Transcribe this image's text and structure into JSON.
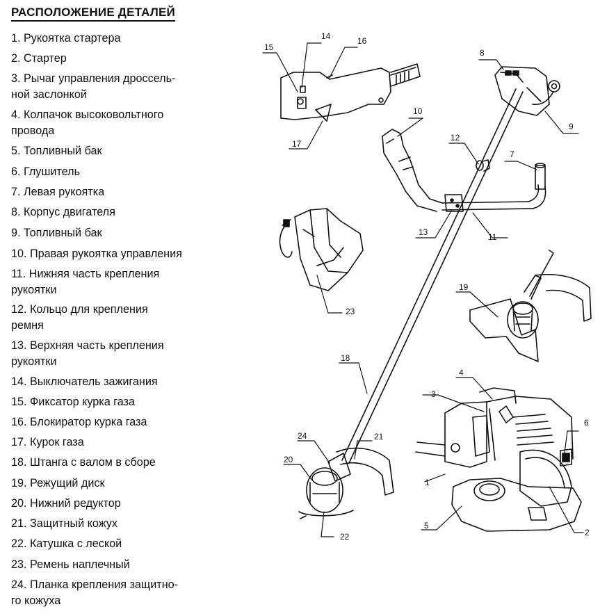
{
  "title": "РАСПОЛОЖЕНИЕ ДЕТАЛЕЙ",
  "parts": [
    {
      "label": "1. Рукоятка стартера"
    },
    {
      "label": "2. Стартер"
    },
    {
      "label": "3. Рычаг управления дроссель-",
      "cont": "ной заслонкой"
    },
    {
      "label": "4. Колпачок высоковольтного",
      "cont": "провода"
    },
    {
      "label": "5. Топливный бак"
    },
    {
      "label": "6. Глушитель"
    },
    {
      "label": "7. Левая рукоятка"
    },
    {
      "label": "8. Корпус двигателя"
    },
    {
      "label": "9. Топливный бак"
    },
    {
      "label": "10. Правая рукоятка управления"
    },
    {
      "label": "11. Нижняя часть крепления",
      "cont": "рукоятки"
    },
    {
      "label": "12. Кольцо для крепления",
      "cont": "ремня"
    },
    {
      "label": "13. Верхняя часть крепления",
      "cont": "рукоятки"
    },
    {
      "label": "14. Выключатель зажигания"
    },
    {
      "label": "15. Фиксатор курка газа"
    },
    {
      "label": "16. Блокиратор курка газа"
    },
    {
      "label": "17. Курок газа"
    },
    {
      "label": "18. Штанга с валом в сборе"
    },
    {
      "label": "19. Режущий диск"
    },
    {
      "label": "20. Нижний редуктор"
    },
    {
      "label": "21. Защитный кожух"
    },
    {
      "label": "22. Катушка с леской"
    },
    {
      "label": "23. Ремень наплечный"
    },
    {
      "label": "24. Планка крепления защитно-",
      "cont": "го кожуха"
    }
  ],
  "callouts": {
    "n1": "1",
    "n2": "2",
    "n3": "3",
    "n4": "4",
    "n5": "5",
    "n6": "6",
    "n7": "7",
    "n8": "8",
    "n9": "9",
    "n10": "10",
    "n11": "11",
    "n12": "12",
    "n13": "13",
    "n14": "14",
    "n15": "15",
    "n16": "16",
    "n17": "17",
    "n18": "18",
    "n19": "19",
    "n20": "20",
    "n21": "21",
    "n22": "22",
    "n23": "23",
    "n24": "24"
  }
}
